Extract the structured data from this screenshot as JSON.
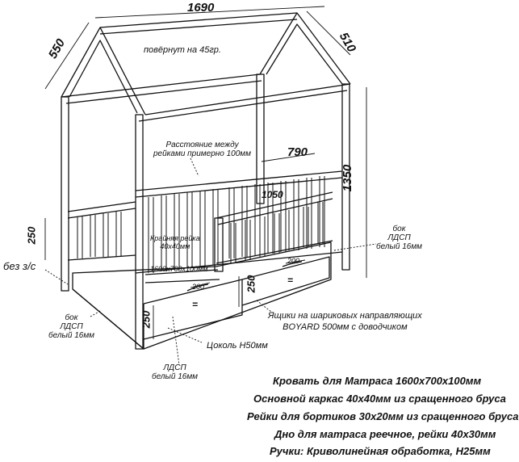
{
  "dimensions": {
    "total_length": "1690",
    "roof_depth_left": "550",
    "roof_depth_right": "510",
    "inner_length": "790",
    "rail_width": "1050",
    "total_height": "1350",
    "side_height": "250",
    "drawer_height_front": "250",
    "drawer_height_side": "250",
    "handle_small_left": "200",
    "handle_small_right": "200"
  },
  "labels": {
    "rotated": "повёрнут на 45гр.",
    "slat_spacing": [
      "Расстояние между",
      "рейками примерно 100мм"
    ],
    "no_back": "без з/с",
    "edge_slat": [
      "Крайняя рейка",
      "40x40мм"
    ],
    "mattress_size": "1600x700x100мм",
    "side_right": [
      "бок",
      "ЛДСП",
      "белый 16мм"
    ],
    "side_left": [
      "бок",
      "ЛДСП",
      "белый 16мм"
    ],
    "drawers": [
      "Ящики на шариковых направляющих",
      "BOYARD 500мм с доводчиком"
    ],
    "plinth": "Цоколь Н50мм",
    "chipboard": [
      "ЛДСП",
      "белый 16мм"
    ],
    "equals_1": "=",
    "equals_2": "="
  },
  "specs": [
    "Кровать для Матраса 1600x700x100мм",
    "Основной каркас 40x40мм из сращенного бруса",
    "Рейки для бортиков 30x20мм из сращенного бруса",
    "Дно для матраса реечное, рейки 40x30мм",
    "Ручки: Криволинейная обработка, H25мм"
  ]
}
